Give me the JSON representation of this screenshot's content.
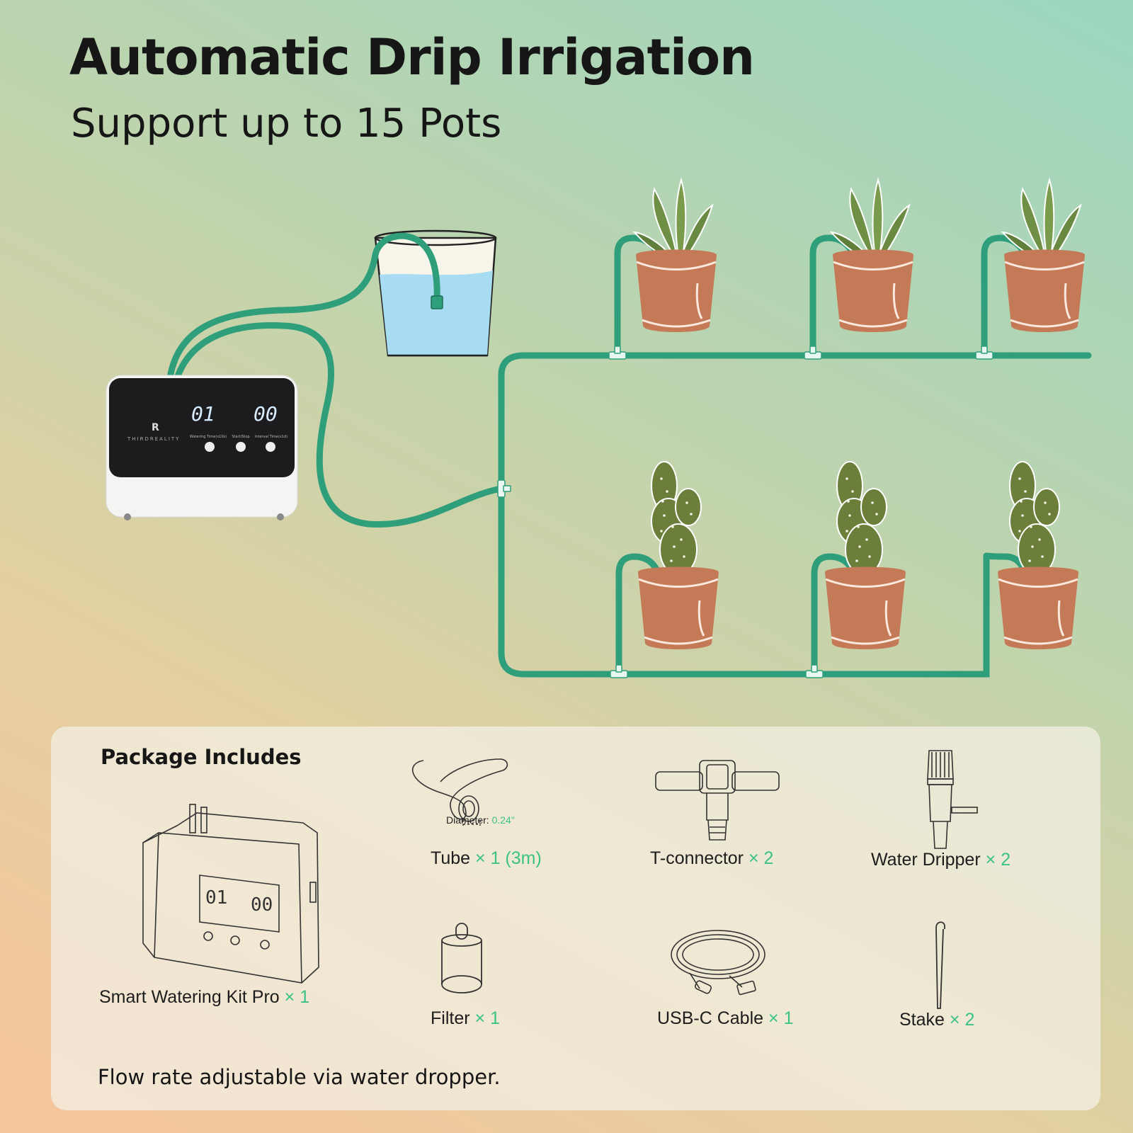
{
  "header": {
    "title": "Automatic Drip Irrigation",
    "subtitle": "Support up to 15 Pots"
  },
  "device": {
    "brand": "THIRDREALITY",
    "display_left": "01",
    "display_right": "00",
    "button_labels": [
      "Watering Time(x10s)",
      "Start/Stop",
      "Interval Time(x1d)"
    ]
  },
  "colors": {
    "tube": "#2f9e7a",
    "accent": "#3cc286",
    "pot": "#c47a56",
    "water": "#a8dcf2"
  },
  "package": {
    "title": "Package Includes",
    "footnote": "Flow rate adjustable via water dropper.",
    "times_symbol": "×",
    "items": [
      {
        "name": "Smart Watering Kit Pro",
        "qty": "1",
        "icon": "controller-outline-icon"
      },
      {
        "name": "Tube",
        "qty": "1 (3m)",
        "icon": "tube-coil-icon"
      },
      {
        "name": "T-connector",
        "qty": "2",
        "icon": "t-connector-icon"
      },
      {
        "name": "Water Dripper",
        "qty": "2",
        "icon": "water-dripper-icon"
      },
      {
        "name": "Filter",
        "qty": "1",
        "icon": "filter-icon"
      },
      {
        "name": "USB-C Cable",
        "qty": "1",
        "icon": "usb-c-cable-icon"
      },
      {
        "name": "Stake",
        "qty": "2",
        "icon": "stake-icon"
      }
    ],
    "tube_diameter_label": "Diameter:",
    "tube_diameter_value": "0.24\""
  }
}
